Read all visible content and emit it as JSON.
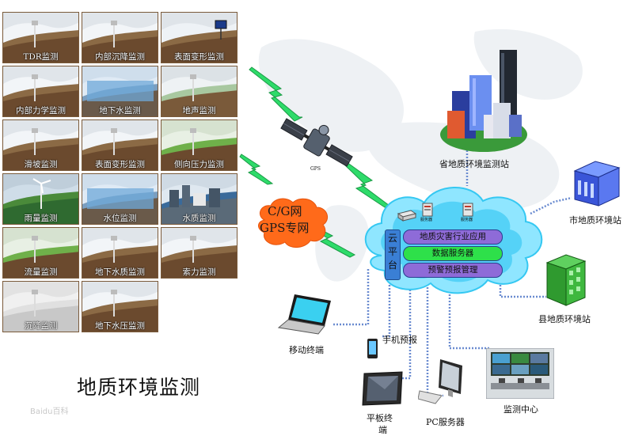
{
  "title": "地质环境监测",
  "watermark": "Baidu百科",
  "monitoring_tiles": [
    {
      "label": "TDR监测",
      "scene": "sky"
    },
    {
      "label": "内部沉降监测",
      "scene": "sky"
    },
    {
      "label": "表面变形监测",
      "scene": "solar"
    },
    {
      "label": "内部力学监测",
      "scene": "sky"
    },
    {
      "label": "地下水监测",
      "scene": "water"
    },
    {
      "label": "地声监测",
      "scene": "slope"
    },
    {
      "label": "滑坡监测",
      "scene": "sky"
    },
    {
      "label": "表面变形监测",
      "scene": "sky"
    },
    {
      "label": "侧向压力监测",
      "scene": "green"
    },
    {
      "label": "雨量监测",
      "scene": "forest"
    },
    {
      "label": "水位监测",
      "scene": "water"
    },
    {
      "label": "水质监测",
      "scene": "city"
    },
    {
      "label": "流量监测",
      "scene": "green"
    },
    {
      "label": "地下水质监测",
      "scene": "sky"
    },
    {
      "label": "索力监测",
      "scene": "sky"
    },
    {
      "label": "沉降监测",
      "scene": "grey"
    },
    {
      "label": "地下水压监测",
      "scene": "sky"
    }
  ],
  "network": {
    "gps_label": "GPS",
    "network_line1": "C/G网",
    "network_line2": "GPS专网"
  },
  "cloud": {
    "platform_label": "云平台",
    "server_label": "服务器",
    "apps": [
      {
        "label": "地质灾害行业应用",
        "color": "#8e6bd8"
      },
      {
        "label": "数据服务器",
        "color": "#2ee04a"
      },
      {
        "label": "预警预报管理",
        "color": "#8e6bd8"
      }
    ]
  },
  "nodes": {
    "province": "省地质环境监测站",
    "city": "市地质环境站",
    "county": "县地质环境站",
    "mobile": "移动终端",
    "phone": "手机预报",
    "tablet": "平板终端",
    "pc": "PC服务器",
    "center": "监测中心"
  },
  "colors": {
    "cloud": "#35c8f2",
    "cloud_light": "#8fe6ff",
    "lightning": "#2edb6a",
    "network_bubble": "#ff6a1a"
  }
}
